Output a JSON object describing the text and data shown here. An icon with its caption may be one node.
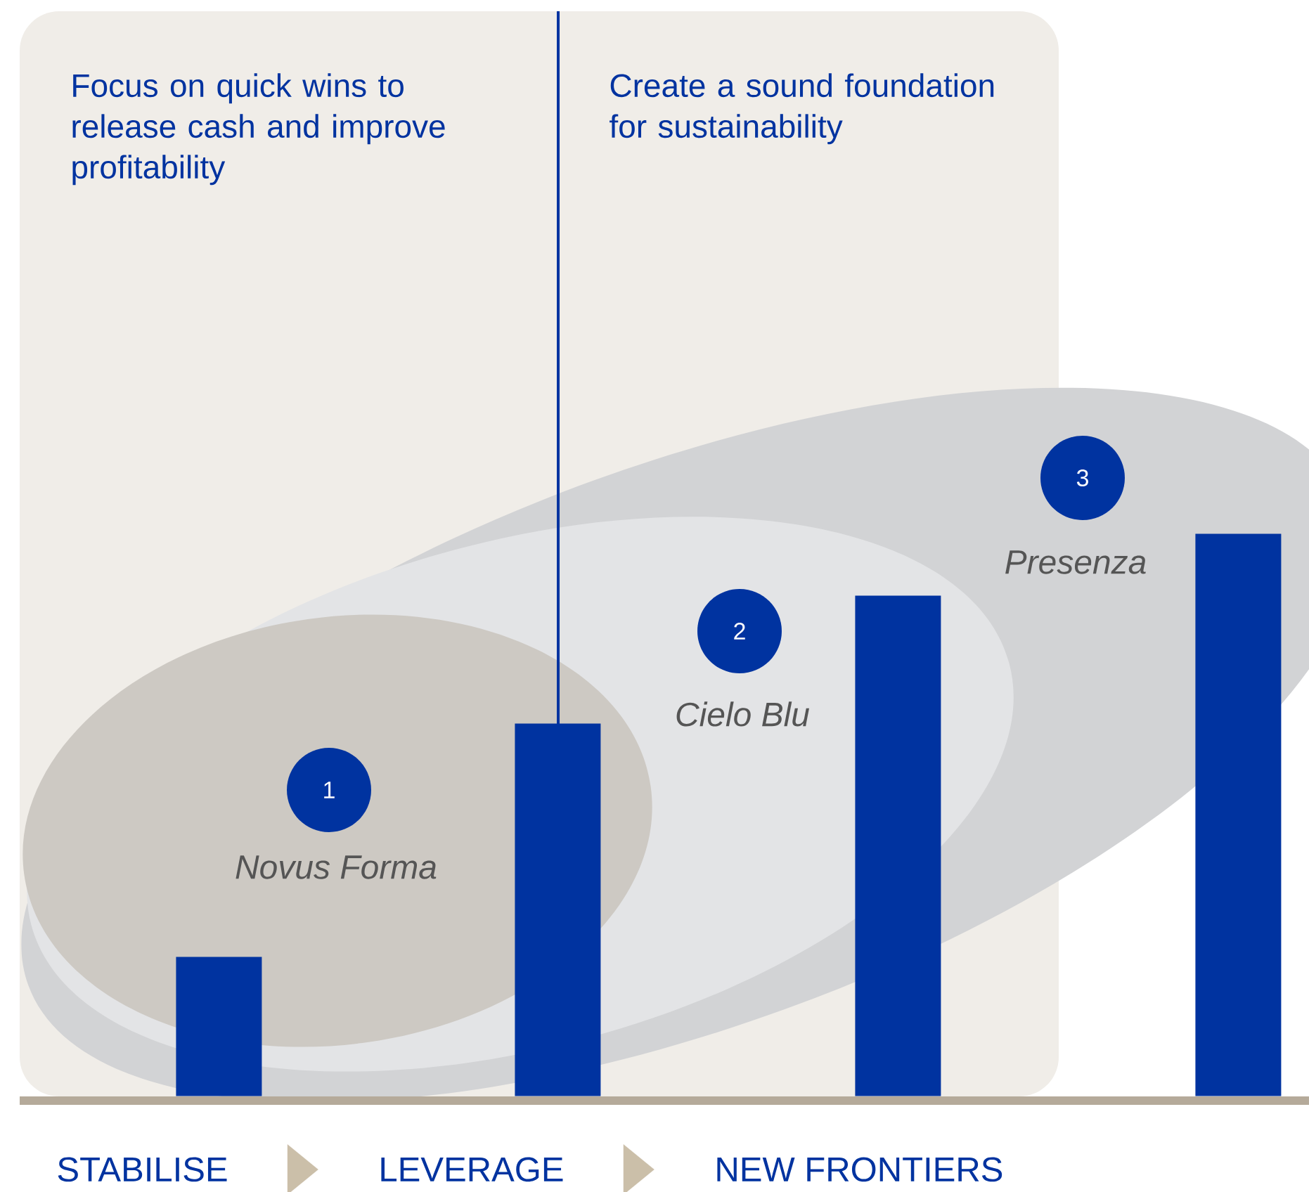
{
  "diagram": {
    "nodes": [
      {
        "text": [
          "1"
        ],
        "beside": [
          "Novus Forma"
        ]
      },
      {
        "text": [
          "2"
        ],
        "beside": [
          "Cielo Blu"
        ]
      },
      {
        "text": [
          "3"
        ],
        "beside": [
          "Presenza"
        ]
      },
      {
        "text": [
          "STABILISE"
        ]
      },
      {
        "text": [
          "LEVERAGE"
        ]
      },
      {
        "text": [
          "NEW FRONTIERS"
        ]
      },
      {
        "text": [],
        "shape": "bar"
      },
      {
        "text": [],
        "shape": "bar"
      },
      {
        "text": [],
        "shape": "bar"
      },
      {
        "text": [],
        "shape": "bar"
      }
    ],
    "edges": [
      {
        "from": 3,
        "to": 4,
        "arrow": "to"
      },
      {
        "from": 4,
        "to": 5,
        "arrow": "to"
      }
    ],
    "labels": [
      "Focus on quick wins to release cash and improve profitability",
      "Create a sound foundation for sustainability"
    ]
  }
}
